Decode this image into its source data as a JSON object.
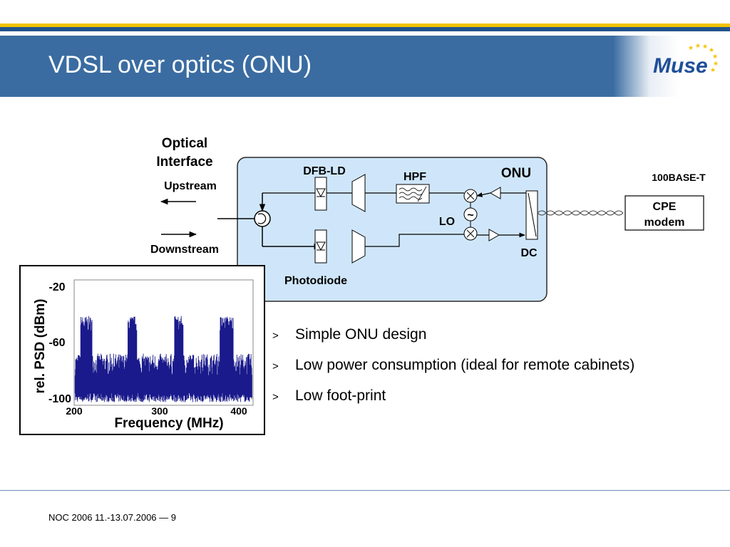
{
  "slide": {
    "title": "VDSL over optics (ONU)"
  },
  "logo": {
    "text": "Muse",
    "colors": {
      "blue": "#1f4f99",
      "yellow": "#f2c300"
    }
  },
  "diagram": {
    "optical_interface": [
      "Optical",
      "Interface"
    ],
    "upstream": "Upstream",
    "downstream": "Downstream",
    "dfb_ld": "DFB-LD",
    "hpf": "HPF",
    "onu": "ONU",
    "lo": "LO",
    "lo_symbol": "~",
    "dc": "DC",
    "photodiode": "Photodiode",
    "base_t": "100BASE-T",
    "cpe_modem": [
      "CPE",
      "modem"
    ],
    "colors": {
      "onu_fill": "#cfe6fa",
      "onu_stroke": "#2a2a2a"
    }
  },
  "chart_data": {
    "type": "line",
    "ylabel": "rel. PSD (dBm)",
    "xlabel": "Frequency (MHz)",
    "x_ticks": [
      "200",
      "300",
      "400"
    ],
    "y_ticks": [
      "-20",
      "-60",
      "-100"
    ],
    "xlim": [
      200,
      400
    ],
    "ylim": [
      -100,
      -20
    ],
    "series_color": "#1a1a8c",
    "bands": [
      {
        "from": 207,
        "to": 220,
        "level": -48
      },
      {
        "from": 260,
        "to": 270,
        "level": -48
      },
      {
        "from": 312,
        "to": 322,
        "level": -48
      },
      {
        "from": 363,
        "to": 378,
        "level": -48
      }
    ],
    "noise_floor": -74
  },
  "bullets": [
    {
      "marker": ">",
      "text": "Simple ONU design"
    },
    {
      "marker": ">",
      "text": "Low power consumption (ideal for remote cabinets)"
    },
    {
      "marker": ">",
      "text": "Low foot-print"
    }
  ],
  "footer": {
    "text": "NOC 2006 11.-13.07.2006 — 9"
  }
}
